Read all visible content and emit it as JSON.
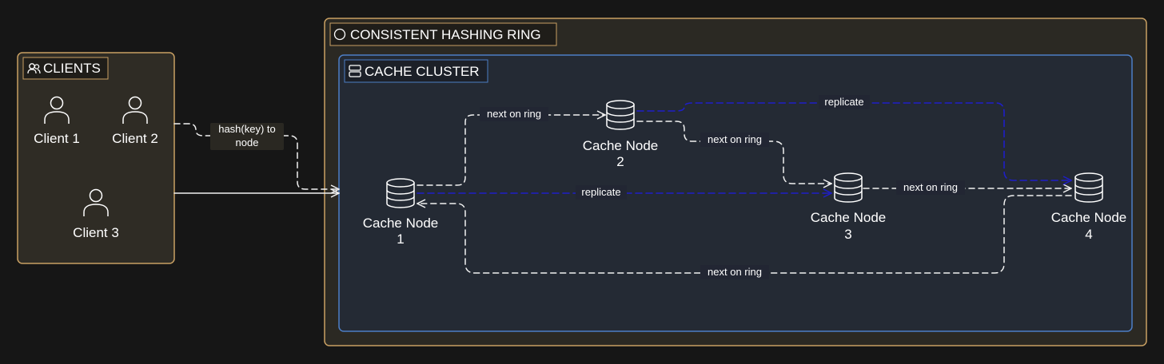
{
  "colors": {
    "background": "#161616",
    "clients_group_fill": "#2f2c25",
    "clients_group_border": "#c9a063",
    "ring_group_fill": "#2b2923",
    "ring_group_border": "#c9a063",
    "cluster_fill": "#242a34",
    "cluster_border": "#4d7ec5",
    "edge_white": "#f2f2f2",
    "edge_replicate": "#1e1ec8"
  },
  "groups": {
    "clients": {
      "title": "CLIENTS",
      "icon": "users-icon"
    },
    "ring": {
      "title": "CONSISTENT HASHING RING",
      "icon": "circle-icon"
    },
    "cluster": {
      "title": "CACHE CLUSTER",
      "icon": "server-icon"
    }
  },
  "clients": [
    {
      "label": "Client 1",
      "icon": "user-icon"
    },
    {
      "label": "Client 2",
      "icon": "user-icon"
    },
    {
      "label": "Client 3",
      "icon": "user-icon"
    }
  ],
  "nodes": [
    {
      "line1": "Cache Node",
      "line2": "1",
      "icon": "database-icon"
    },
    {
      "line1": "Cache Node",
      "line2": "2",
      "icon": "database-icon"
    },
    {
      "line1": "Cache Node",
      "line2": "3",
      "icon": "database-icon"
    },
    {
      "line1": "Cache Node",
      "line2": "4",
      "icon": "database-icon"
    }
  ],
  "edges": {
    "hash_line1": "hash(key) to",
    "hash_line2": "node",
    "n1_n2": "next on ring",
    "n2_n3": "next on ring",
    "n3_n4": "next on ring",
    "n4_n1": "next on ring",
    "replicate_n1_n3": "replicate",
    "replicate_n2_n4": "replicate"
  }
}
